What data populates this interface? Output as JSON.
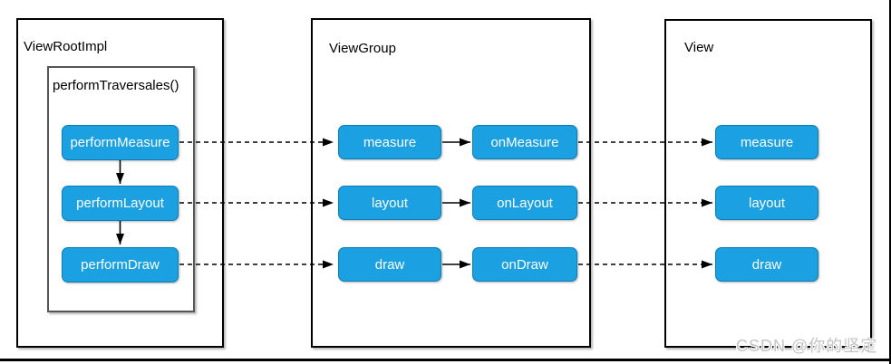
{
  "diagram": {
    "panels": [
      {
        "title": "ViewRootImpl",
        "subtitle": "performTraversales()",
        "nodes": [
          "performMeasure",
          "performLayout",
          "performDraw"
        ]
      },
      {
        "title": "ViewGroup",
        "call_nodes": [
          "measure",
          "layout",
          "draw"
        ],
        "callback_nodes": [
          "onMeasure",
          "onLayout",
          "onDraw"
        ]
      },
      {
        "title": "View",
        "nodes": [
          "measure",
          "layout",
          "draw"
        ]
      }
    ],
    "watermark": "CSDN @你的坚定",
    "colors": {
      "node_fill": "#1BA1E2",
      "node_border": "#0D7CB5",
      "node_text": "#FFFFFF",
      "panel_border": "#000000",
      "subpanel_border": "#565656",
      "arrow": "#000000",
      "watermark_text": "#C4C4C4",
      "background": "#FFFFFF"
    }
  }
}
